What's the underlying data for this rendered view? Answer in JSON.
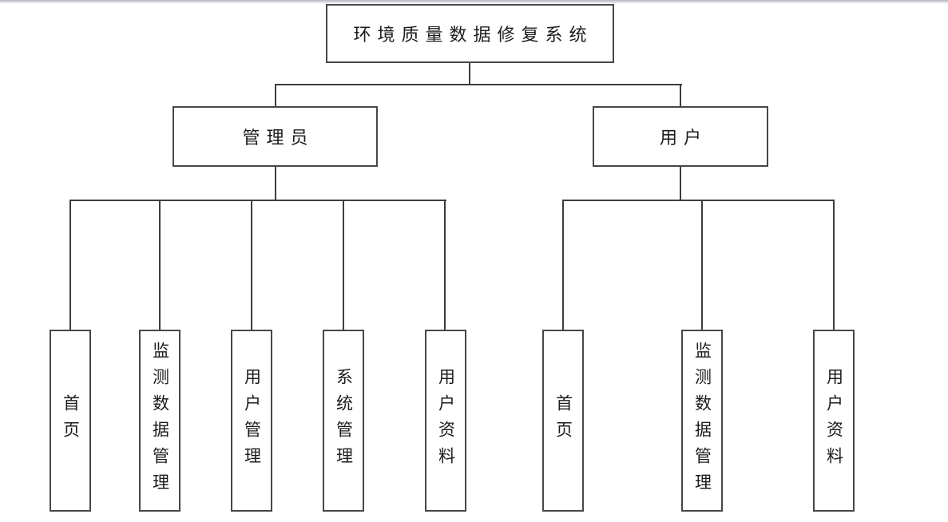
{
  "diagram": {
    "root": {
      "label": "环境质量数据修复系统"
    },
    "branches": [
      {
        "label": "管理员",
        "children": [
          {
            "label": "首页"
          },
          {
            "label": "监测数据管理"
          },
          {
            "label": "用户管理"
          },
          {
            "label": "系统管理"
          },
          {
            "label": "用户资料"
          }
        ]
      },
      {
        "label": "用户",
        "children": [
          {
            "label": "首页"
          },
          {
            "label": "监测数据管理"
          },
          {
            "label": "用户资料"
          }
        ]
      }
    ],
    "colors": {
      "line": "#3d3d3d",
      "node_border": "#474747",
      "background": "#ffffff"
    }
  }
}
